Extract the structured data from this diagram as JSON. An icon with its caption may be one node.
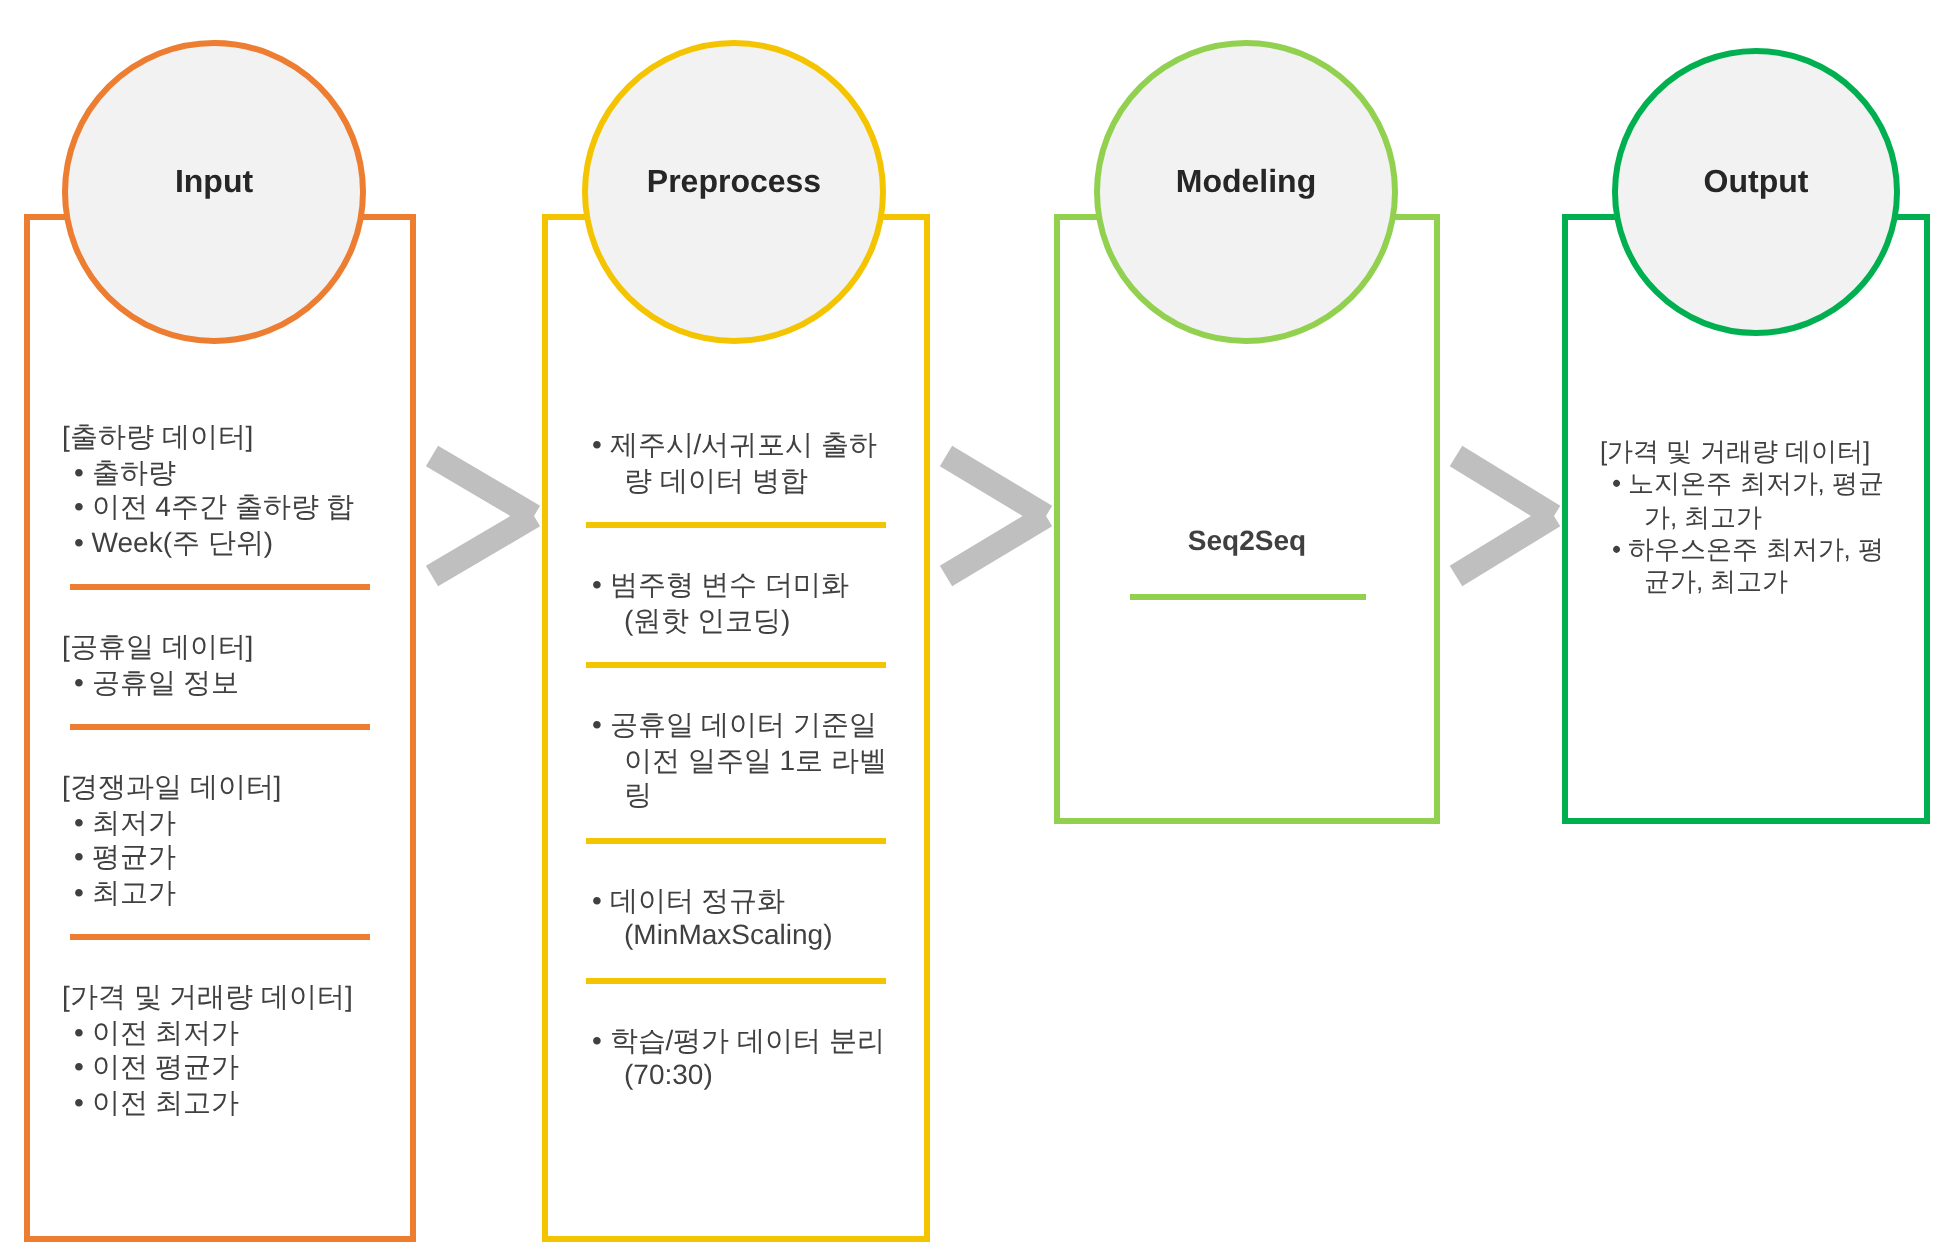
{
  "diagram": {
    "nodes": [
      {
        "text": [
          "Input"
        ]
      },
      {
        "text": [],
        "shape": "box"
      },
      {
        "text": [
          "[출하량 데이터]",
          "• 출하량",
          "• 이전 4주간 출하량 합",
          "• Week(주 단위)"
        ],
        "in": 1
      },
      {
        "text": [
          "[공휴일 데이터]",
          "• 공휴일 정보"
        ],
        "in": 1
      },
      {
        "text": [
          "[경쟁과일 데이터]",
          "• 최저가",
          "• 평균가",
          "• 최고가"
        ],
        "in": 1
      },
      {
        "text": [
          "[가격 및 거래량 데이터]",
          "• 이전 최저가",
          "• 이전 평균가",
          "• 이전 최고가"
        ],
        "in": 1
      },
      {
        "text": [
          "Preprocess"
        ]
      },
      {
        "text": [],
        "shape": "box"
      },
      {
        "text": [
          "• 제주시/서귀포시 출하량 데이터 병합"
        ],
        "in": 7
      },
      {
        "text": [
          "• 범주형 변수 더미화 (원핫 인코딩)"
        ],
        "in": 7
      },
      {
        "text": [
          "• 공휴일 데이터 기준일 이전 일주일 1로 라벨링"
        ],
        "in": 7
      },
      {
        "text": [
          "• 데이터 정규화 (MinMaxScaling)"
        ],
        "in": 7
      },
      {
        "text": [
          "• 학습/평가 데이터 분리 (70:30)"
        ],
        "in": 7
      },
      {
        "text": [
          "Modeling"
        ]
      },
      {
        "text": [
          "Seq2Seq"
        ]
      },
      {
        "text": [
          "Output"
        ]
      },
      {
        "text": [],
        "shape": "box"
      },
      {
        "text": [
          "[가격 및 거래량 데이터]",
          "• 노지온주 최저가, 평균가, 최고가",
          "• 하우스온주 최저가, 평균가, 최고가"
        ],
        "in": 16
      }
    ],
    "edges": [
      {
        "from": 1,
        "to": 7,
        "arrow": "to"
      },
      {
        "from": 7,
        "to": 14,
        "arrow": "to"
      },
      {
        "from": 14,
        "to": 16,
        "arrow": "to"
      }
    ]
  }
}
